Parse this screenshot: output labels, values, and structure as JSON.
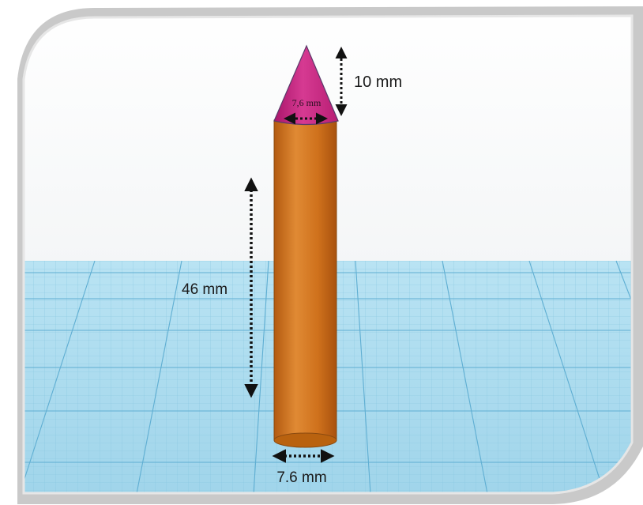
{
  "dimensions": {
    "cone_height": "10 mm",
    "cone_diameter": "7,6 mm",
    "cylinder_height": "46 mm",
    "cylinder_diameter": "7.6 mm"
  },
  "colors": {
    "cone": "#c7257f",
    "cylinder": "#cf711c",
    "workplane": "#a8dbef",
    "grid_line": "#6fb7d6",
    "arrow": "#111111"
  }
}
